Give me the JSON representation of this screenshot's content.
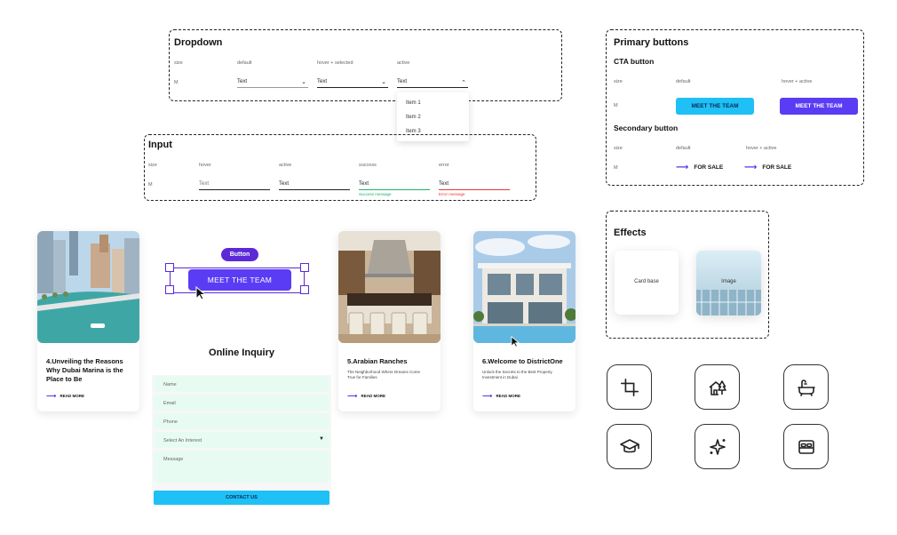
{
  "dropdown": {
    "title": "Dropdown",
    "headers": [
      "size",
      "default",
      "hover + selected",
      "active"
    ],
    "size": "M",
    "values": [
      "Text",
      "Text",
      "Text"
    ],
    "items": [
      "Item 1",
      "Item 2",
      "Item 3"
    ]
  },
  "input": {
    "title": "Input",
    "headers": [
      "size",
      "hover",
      "active",
      "success",
      "error"
    ],
    "size": "M",
    "values": [
      "Text",
      "Text",
      "Text",
      "Text"
    ],
    "success_message": "Success message",
    "error_message": "Error message"
  },
  "primary_buttons": {
    "title": "Primary buttons",
    "cta_title": "CTA button",
    "cta_headers": [
      "size",
      "default",
      "hover + active"
    ],
    "size": "M",
    "cta_label": "MEET THE TEAM",
    "secondary_title": "Secondary button",
    "secondary_headers": [
      "size",
      "default",
      "hover + active"
    ],
    "secondary_label": "FOR SALE"
  },
  "effects": {
    "title": "Effects",
    "card_base": "Card base",
    "image": "Image"
  },
  "button_demo": {
    "tag": "Button",
    "label": "MEET THE TEAM"
  },
  "cards": [
    {
      "title": "4.Unveiling the Reasons Why Dubai Marina is the Place to Be",
      "desc": "",
      "read_more": "READ MORE"
    },
    {
      "title": "5.Arabian Ranches",
      "desc": "The Neighborhood Where Dreams Come True for Families",
      "read_more": "READ MORE"
    },
    {
      "title": "6.Welcome to DistrictOne",
      "desc": "Unlock the Secrets to the Best Property Investment in Dubai",
      "read_more": "READ MORE"
    }
  ],
  "inquiry": {
    "title": "Online Inquiry",
    "fields": [
      "Name",
      "Email",
      "Phone",
      "Select An Interest",
      "Message"
    ],
    "submit": "CONTACT US"
  },
  "icons": [
    "crop-icon",
    "house-tree-icon",
    "bathtub-icon",
    "graduation-cap-icon",
    "sparkles-icon",
    "bed-icon"
  ],
  "colors": {
    "accent_purple": "#5b3cf5",
    "cyan": "#1ec0f6",
    "mint": "#e8fbf2",
    "success": "#19b36b",
    "error": "#e53935"
  }
}
